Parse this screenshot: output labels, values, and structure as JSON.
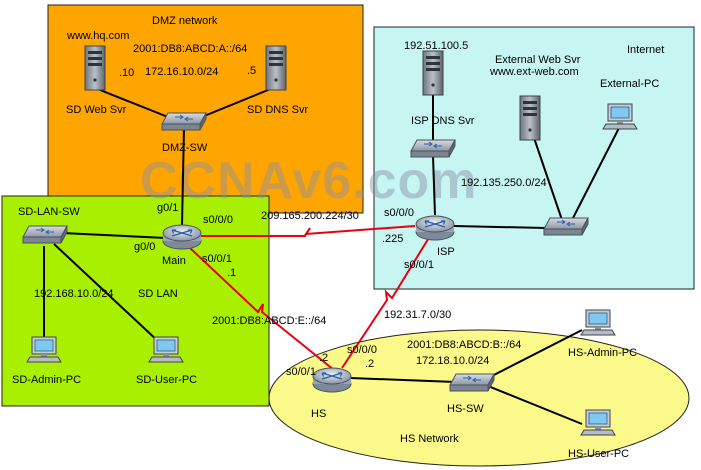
{
  "areas": {
    "dmz": {
      "title": "DMZ network",
      "color": "#FFA500"
    },
    "internet": {
      "title": "Internet",
      "color": "#C6F5F2"
    },
    "sd_lan": {
      "title": "SD LAN",
      "color": "#A8F000"
    },
    "hs_network": {
      "title": "HS Network",
      "color": "#FAF98A"
    }
  },
  "devices": {
    "sd_web_svr": "SD Web Svr",
    "sd_dns_svr": "SD DNS Svr",
    "dmz_sw": "DMZ-SW",
    "isp_dns_svr": "ISP DNS Svr",
    "ext_web_svr_name": "External Web Svr",
    "ext_web_svr_url": "www.ext-web.com",
    "external_pc": "External-PC",
    "isp": "ISP",
    "sd_lan_sw": "SD-LAN-SW",
    "main": "Main",
    "sd_admin_pc": "SD-Admin-PC",
    "sd_user_pc": "SD-User-PC",
    "hs": "HS",
    "hs_sw": "HS-SW",
    "hs_admin_pc": "HS-Admin-PC",
    "hs_user_pc": "HS-User-PC"
  },
  "labels": {
    "hq_url": "www.hq.com",
    "dmz_ipv6": "2001:DB8:ABCD:A::/64",
    "dmz_ipv4": "172.16.10.0/24",
    "web_host": ".10",
    "dns_host": ".5",
    "isp_dns_ip": "192.51.100.5",
    "isp_lan": "192.135.250.0/24",
    "main_isp_link": "209.165.200.224/30",
    "main_g0_1": "g0/1",
    "main_s0_0_0": "s0/0/0",
    "main_g0_0": "g0/0",
    "main_s0_0_1": "s0/0/1",
    "main_s0_0_1_host": ".1",
    "isp_s0_0_0": "s0/0/0",
    "isp_225": ".225",
    "isp_s0_0_1": "s0/0/1",
    "sd_lan_net": "192.168.10.0/24",
    "main_hs_ipv6": "2001:DB8:ABCD:E::/64",
    "isp_hs_link": "192.31.7.0/30",
    "hs_s0_0_1": "s0/0/1",
    "hs_host_2": ".2",
    "hs_s0_0_0": "s0/0/0",
    "hs_s0_0_0_host": ".2",
    "hs_ipv6": "2001:DB8:ABCD:B::/64",
    "hs_ipv4": "172.18.10.0/24",
    "watermark": "CCNAv6.com"
  }
}
